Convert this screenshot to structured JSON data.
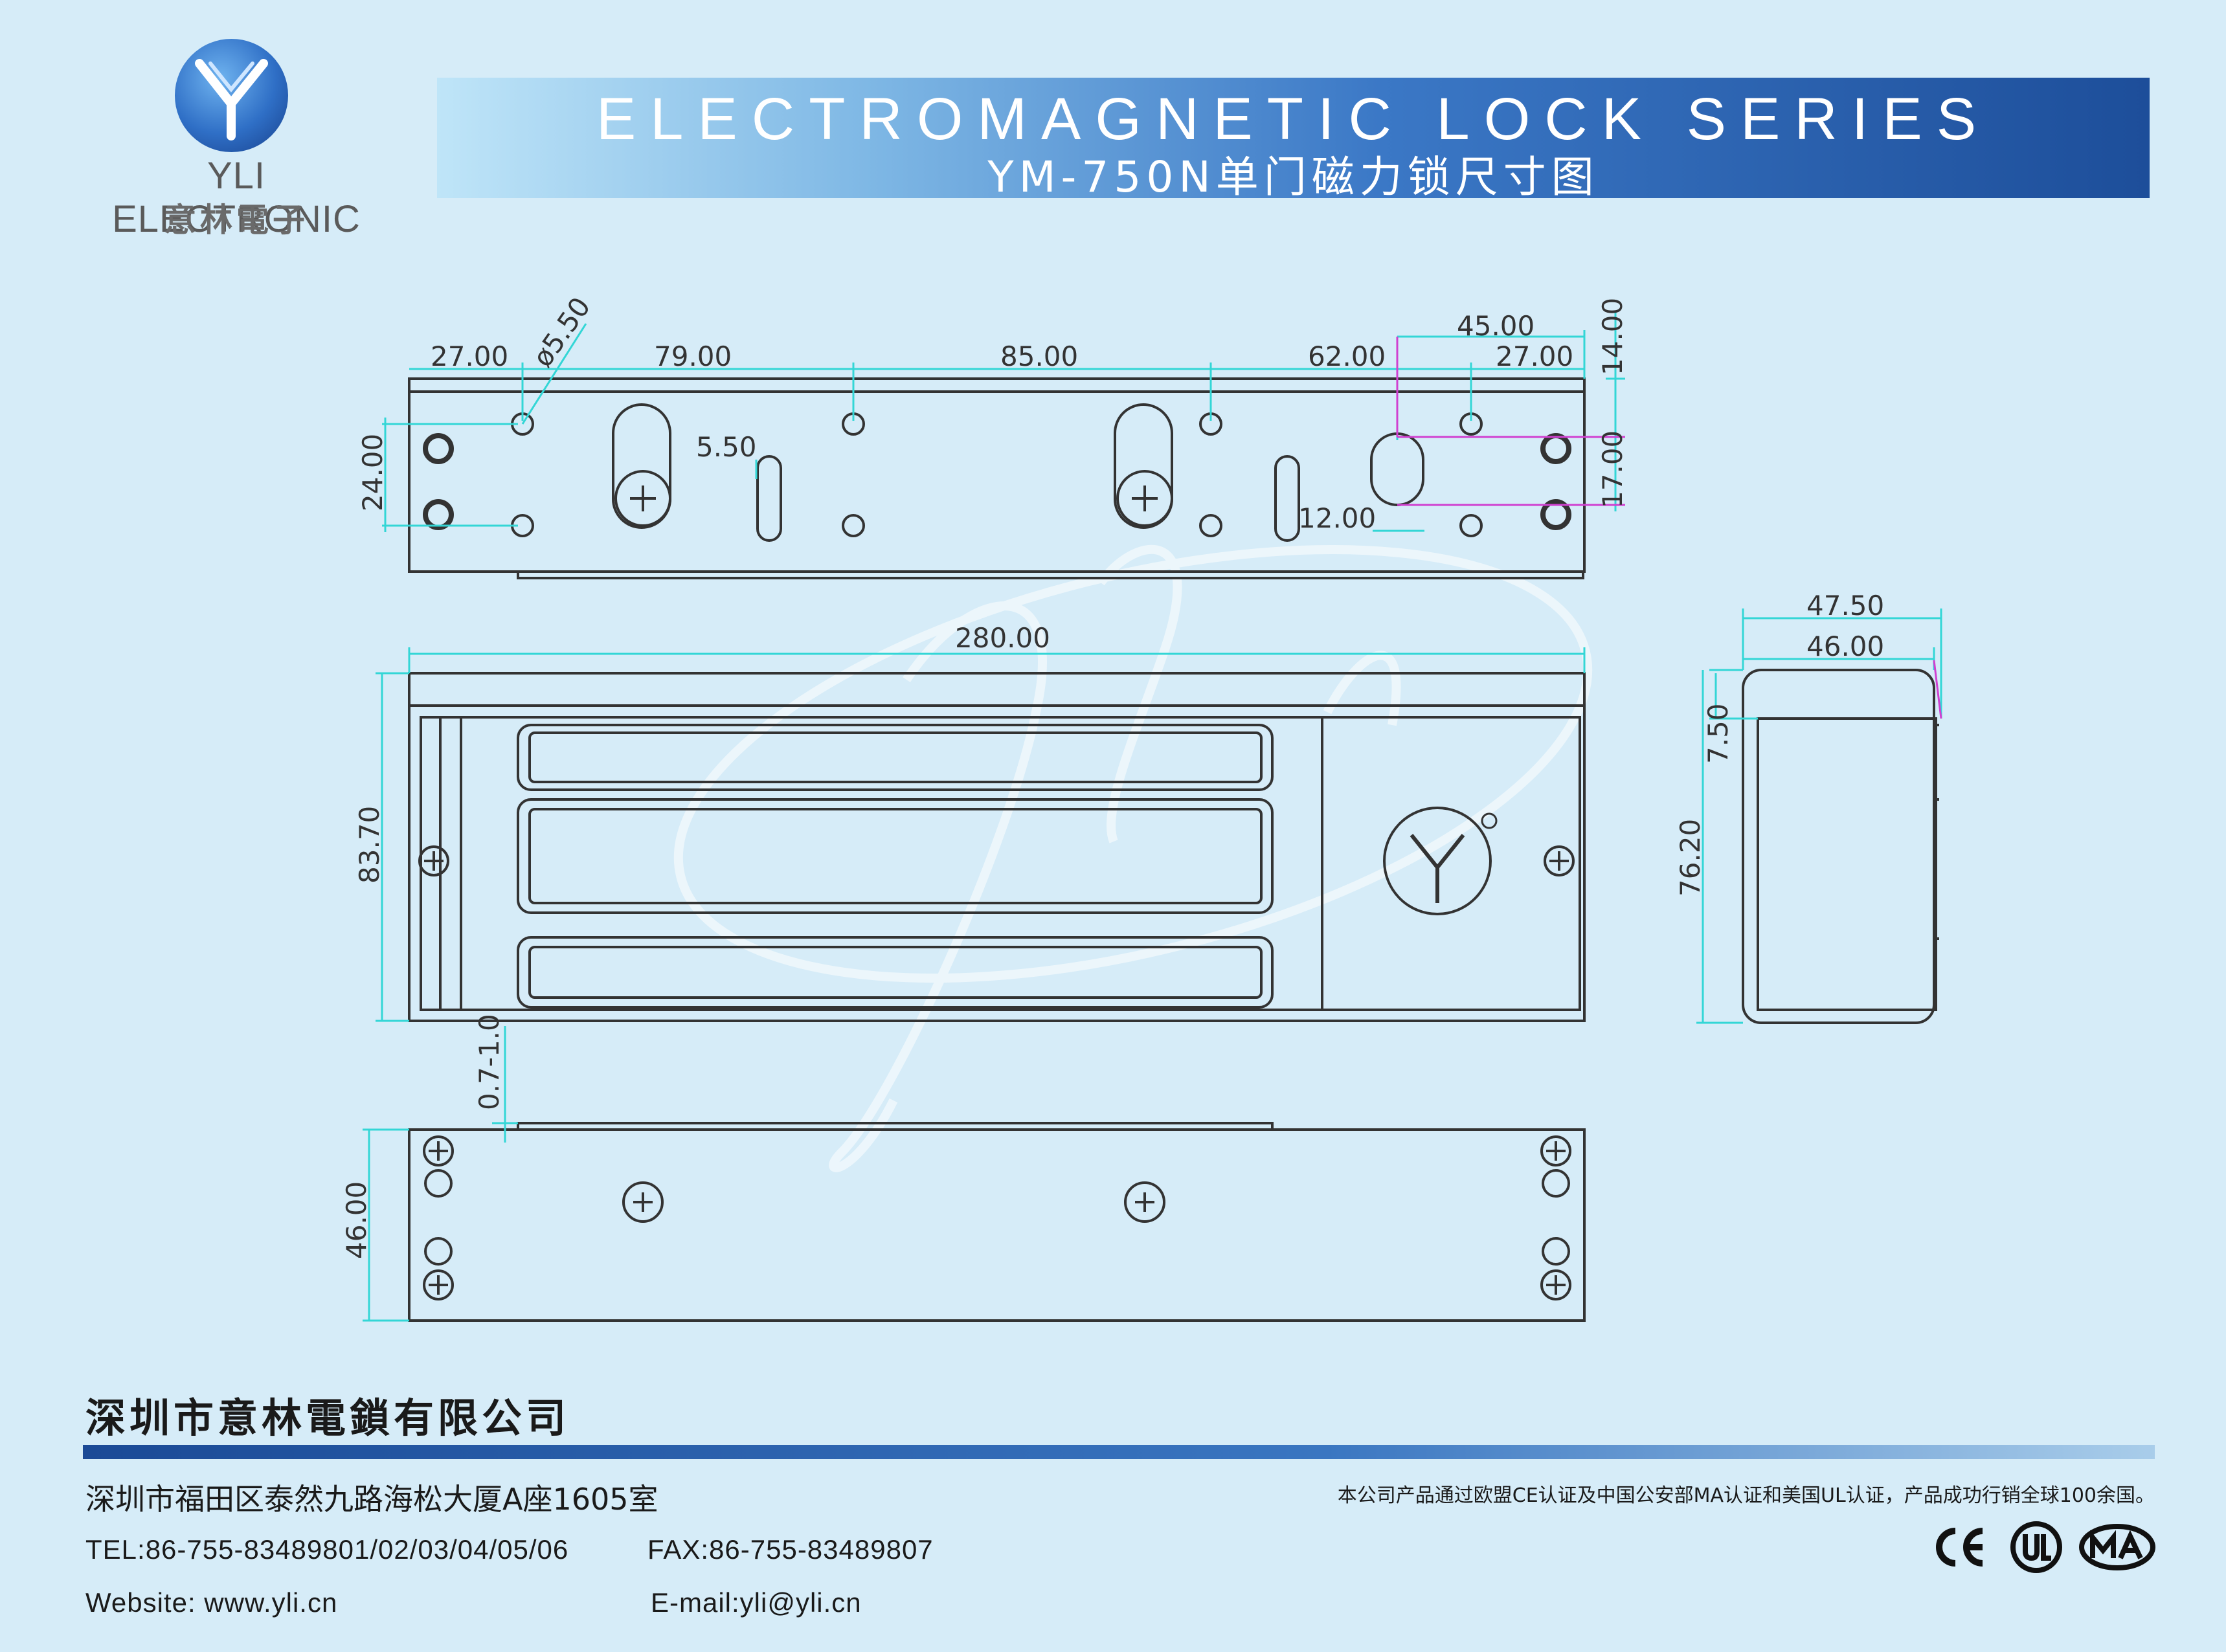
{
  "brand": {
    "name_en": "YLI ELECTRONIC",
    "name_cn": "意林電子"
  },
  "banner": {
    "title": "ELECTROMAGNETIC LOCK SERIES",
    "subtitle": "YM-750N单门磁力锁尺寸图"
  },
  "dimensions": {
    "top_view": {
      "d1": "27.00",
      "d2": "ø5.50",
      "d3": "79.00",
      "d4": "85.00",
      "d5": "62.00",
      "d6": "45.00",
      "d7": "27.00",
      "d8": "14.00",
      "d9": "5.50",
      "d10": "24.00",
      "d11": "17.00",
      "d12": "12.00"
    },
    "front_view": {
      "length": "280.00",
      "height": "83.70"
    },
    "side_view": {
      "w1": "47.50",
      "w2": "46.00",
      "h1": "7.50",
      "h2": "76.20"
    },
    "bottom_view": {
      "gap": "0.7-1.0",
      "height": "46.00"
    }
  },
  "footer": {
    "company": "深圳市意林電鎖有限公司",
    "address": "深圳市福田区泰然九路海松大厦A座1605室",
    "tel": "TEL:86-755-83489801/02/03/04/05/06",
    "fax": "FAX:86-755-83489807",
    "website": "Website: www.yli.cn",
    "email": "E-mail:yli@yli.cn",
    "cert_note": "本公司产品通过欧盟CE认证及中国公安部MA认证和美国UL认证，产品成功行销全球100余国。"
  },
  "colors": {
    "background": "#d6ecf8",
    "dimension_line": "#33d6d6",
    "magenta_line": "#d040d0",
    "outline": "#333333"
  }
}
